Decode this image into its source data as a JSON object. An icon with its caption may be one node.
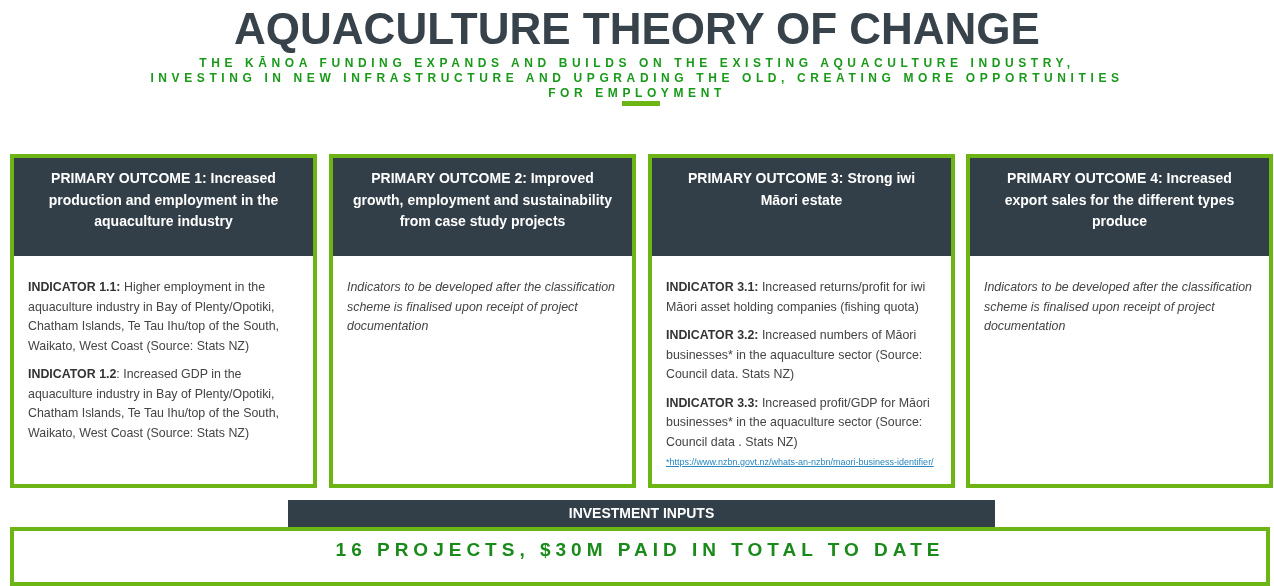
{
  "diagram": {
    "title": "AQUACULTURE THEORY OF CHANGE",
    "nodes": [
      {
        "text": [
          "PRIMARY OUTCOME 1: Increased production and employment in the aquaculture industry",
          "**INDICATOR 1.1:** Higher employment in the aquaculture industry in Bay of Plenty/Opotiki, Chatham Islands, Te Tau Ihu/top of the South, Waikato, West Coast (Source: Stats NZ)",
          "**INDICATOR 1.2**: Increased GDP in the aquaculture industry in Bay of Plenty/Opotiki, Chatham Islands, Te Tau Ihu/top of the South, Waikato, West Coast (Source: Stats NZ)"
        ]
      },
      {
        "text": [
          "PRIMARY OUTCOME 2: Improved growth, employment and sustainability from case study projects",
          "Indicators to be developed after the classification scheme is finalised upon receipt of project documentation"
        ]
      },
      {
        "text": [
          "PRIMARY OUTCOME 3: Strong iwi Māori estate",
          "**INDICATOR 3.1:** Increased returns/profit for iwi Māori asset holding companies (fishing quota)",
          "**INDICATOR 3.2:** Increased numbers of Māori businesses* in the aquaculture sector (Source: Council data. Stats NZ)",
          "**INDICATOR 3.3:** Increased profit/GDP for Māori businesses* in the aquaculture sector (Source: Council data . Stats NZ)",
          "*https://www.nzbn.govt.nz/whats-an-nzbn/maori-business-identifier/"
        ]
      },
      {
        "text": [
          "PRIMARY OUTCOME 4: Increased export sales for the different types produce",
          "Indicators to be developed after the classification scheme is finalised upon receipt of project documentation"
        ]
      },
      {
        "text": [
          "INVESTMENT INPUTS",
          "16 PROJECTS, $30M PAID IN TOTAL TO DATE"
        ]
      }
    ],
    "edges": [],
    "labels": [
      "THE KĀNOA FUNDING EXPANDS AND BUILDS ON THE EXISTING AQUACULTURE INDUSTRY, INVESTING IN NEW INFRASTRUCTURE AND UPGRADING THE OLD, CREATING MORE OPPORTUNITIES FOR EMPLOYMENT"
    ]
  }
}
